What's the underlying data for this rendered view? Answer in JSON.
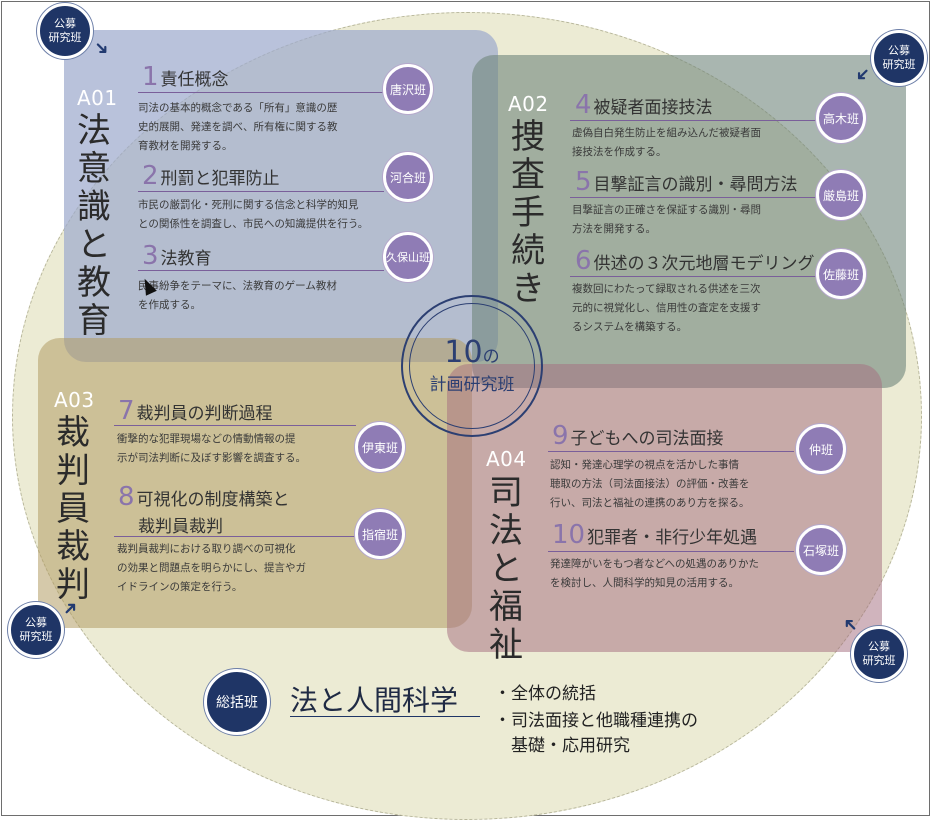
{
  "center": {
    "number": "10",
    "no": "の",
    "label": "計画研究班"
  },
  "kobo": {
    "line1": "公募",
    "line2": "研究班"
  },
  "groups": [
    {
      "code": "A01",
      "title": "法意識と教育",
      "items": [
        {
          "num": "1",
          "title": "責任概念",
          "team": "唐沢班",
          "desc": "司法の基本的概念である「所有」意識の歴\n史的展開、発達を調べ、所有権に関する教\n育教材を開発する。"
        },
        {
          "num": "2",
          "title": "刑罰と犯罪防止",
          "team": "河合班",
          "desc": "市民の厳罰化・死刑に関する信念と科学的知見\nとの関係性を調査し、市民への知識提供を行う。"
        },
        {
          "num": "3",
          "title": "法教育",
          "team": "久保山班",
          "desc": "民事紛争をテーマに、法教育のゲーム教材\nを作成する。"
        }
      ]
    },
    {
      "code": "A02",
      "title": "捜査手続き",
      "items": [
        {
          "num": "4",
          "title": "被疑者面接技法",
          "team": "高木班",
          "desc": "虚偽自白発生防止を組み込んだ被疑者面\n接技法を作成する。"
        },
        {
          "num": "5",
          "title": "目撃証言の識別・尋問方法",
          "team": "厳島班",
          "desc": "目撃証言の正確さを保証する識別・尋問\n方法を開発する。"
        },
        {
          "num": "6",
          "title": "供述の３次元地層モデリング",
          "team": "佐藤班",
          "desc": "複数回にわたって録取される供述を三次\n元的に視覚化し、信用性の査定を支援す\nるシステムを構築する。"
        }
      ]
    },
    {
      "code": "A03",
      "title": "裁判員裁判",
      "items": [
        {
          "num": "7",
          "title": "裁判員の判断過程",
          "team": "伊東班",
          "desc": "衝撃的な犯罪現場などの情動情報の提\n示が司法判断に及ぼす影響を調査する。"
        },
        {
          "num": "8",
          "title": "可視化の制度構築と",
          "title2": "裁判員裁判",
          "team": "指宿班",
          "desc": "裁判員裁判における取り調べの可視化\nの効果と問題点を明らかにし、提言やガ\nイドラインの策定を行う。"
        }
      ]
    },
    {
      "code": "A04",
      "title": "司法と福祉",
      "items": [
        {
          "num": "9",
          "title": "子どもへの司法面接",
          "team": "仲班",
          "desc": "認知・発達心理学の視点を活かした事情\n聴取の方法（司法面接法）の評価・改善を\n行い、司法と福祉の連携のあり方を探る。"
        },
        {
          "num": "10",
          "title": "犯罪者・非行少年処遇",
          "team": "石塚班",
          "desc": "発達障がいをもつ者などへの処遇のありかた\nを検討し、人間科学的知見の活用する。"
        }
      ]
    }
  ],
  "hq": {
    "badge": "総括班",
    "title": "法と人間科学",
    "bullets": [
      "・全体の統括",
      "・司法面接と他職種連携の",
      "基礎・応用研究"
    ]
  },
  "colors": {
    "navy": "#1f3566",
    "purple": "#8f7cb5",
    "a01": "#9eabcd",
    "a02": "#6f857c",
    "a03": "#b29c64",
    "a04": "#a57080"
  }
}
